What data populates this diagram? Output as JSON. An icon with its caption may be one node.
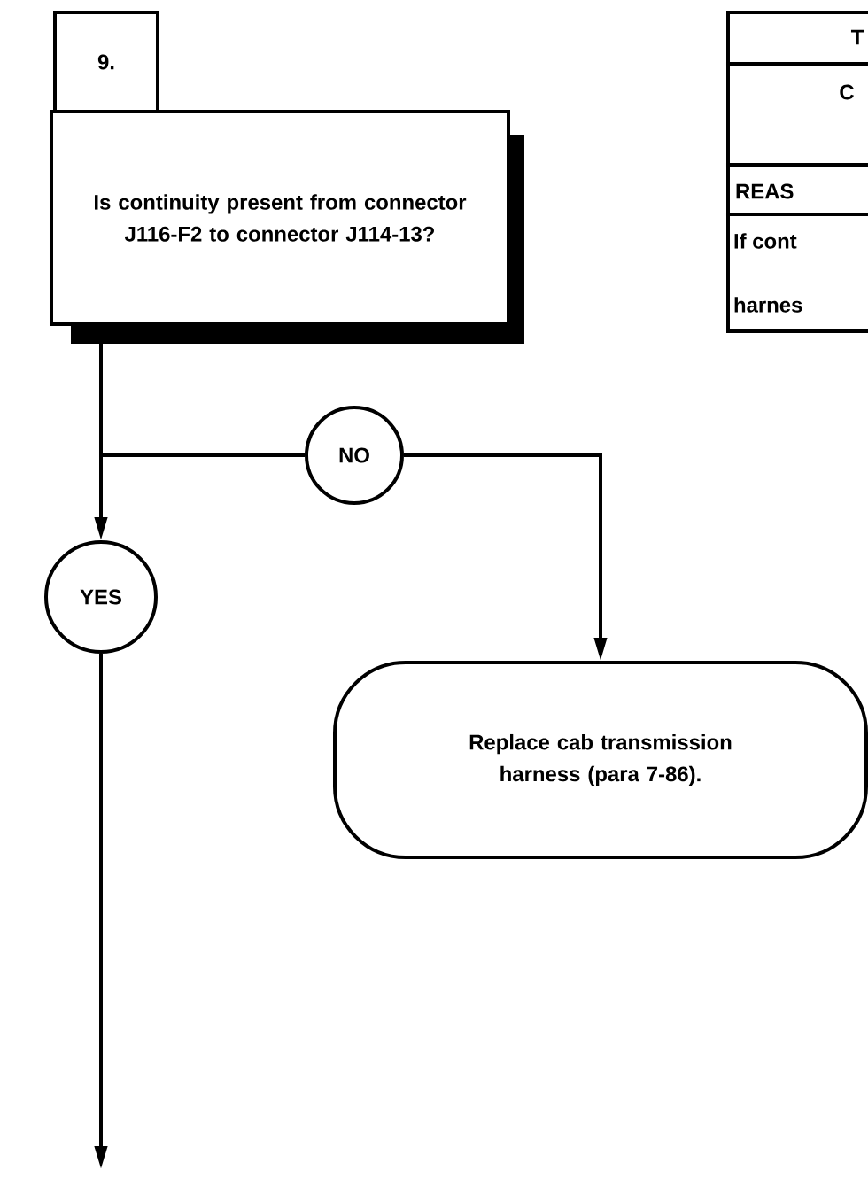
{
  "diagram": {
    "nodes": [
      {
        "text": [
          "9."
        ]
      },
      {
        "text": [
          "Is continuity present from connector J116-F2 to connector J114-13?"
        ]
      },
      {
        "text": [
          "NO"
        ]
      },
      {
        "text": [
          "YES"
        ]
      },
      {
        "text": [
          "Replace cab transmission harness (para 7-86)."
        ]
      },
      {
        "text": [
          "T",
          "C",
          "REAS",
          "If cont",
          "harnes"
        ]
      }
    ],
    "edges": [
      {
        "from": 1,
        "to": 3,
        "arrow": "to"
      },
      {
        "from": 1,
        "to": 2,
        "arrow": "none"
      },
      {
        "from": 2,
        "to": 4,
        "arrow": "to"
      },
      {
        "from": 3,
        "to": null,
        "arrow": "to"
      }
    ]
  }
}
